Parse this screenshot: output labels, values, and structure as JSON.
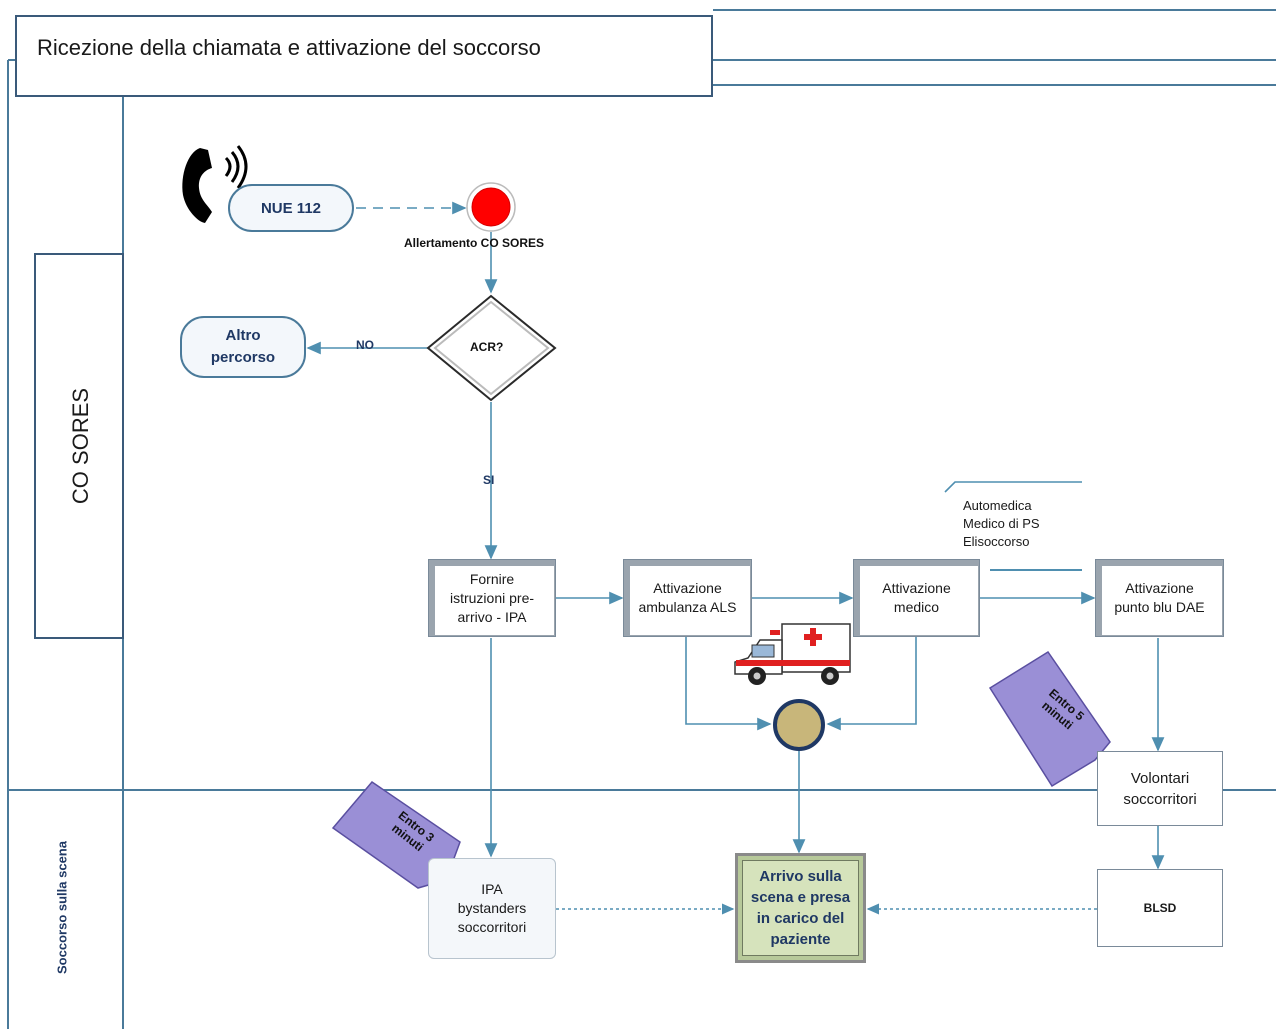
{
  "title": "Ricezione della chiamata e attivazione del soccorso",
  "lanes": {
    "co_sores": "CO SORES",
    "scena": "Soccorso sulla scena"
  },
  "nodes": {
    "nue": "NUE 112",
    "allertamento": "Allertamento CO SORES",
    "acr": "ACR?",
    "altro1": "Altro",
    "altro2": "percorso",
    "fornire1": "Fornire",
    "fornire2": "istruzioni pre-",
    "fornire3": "arrivo -  IPA",
    "ambulanza1": "Attivazione",
    "ambulanza2": "ambulanza ALS",
    "medico1": "Attivazione",
    "medico2": "medico",
    "dae1": "Attivazione",
    "dae2": "punto blu DAE",
    "volontari1": "Volontari",
    "volontari2": "soccorritori",
    "blsd": "BLSD",
    "ipa1": "IPA",
    "ipa2": "bystanders",
    "ipa3": "soccorritori",
    "arrivo1": "Arrivo sulla",
    "arrivo2": "scena e presa",
    "arrivo3": "in carico del",
    "arrivo4": "paziente"
  },
  "edge_labels": {
    "no": "NO",
    "si": "SI"
  },
  "annotation": {
    "line1": "Automedica",
    "line2": "Medico di PS",
    "line3": "Elisoccorso"
  },
  "tags": {
    "entro5_a": "Entro 5",
    "entro5_b": "minuti",
    "entro3_a": "Entro 3",
    "entro3_b": "minuti"
  },
  "icons": [
    "phone-icon",
    "ambulance-icon"
  ],
  "colors": {
    "start_event": "#ff0000",
    "merge_gateway": "#c8b67a",
    "tag": "#9a8fd6",
    "arrivo_box": "#d6e3bc",
    "lines": "#4f8fb0",
    "lane_border": "#3a5a7a"
  }
}
